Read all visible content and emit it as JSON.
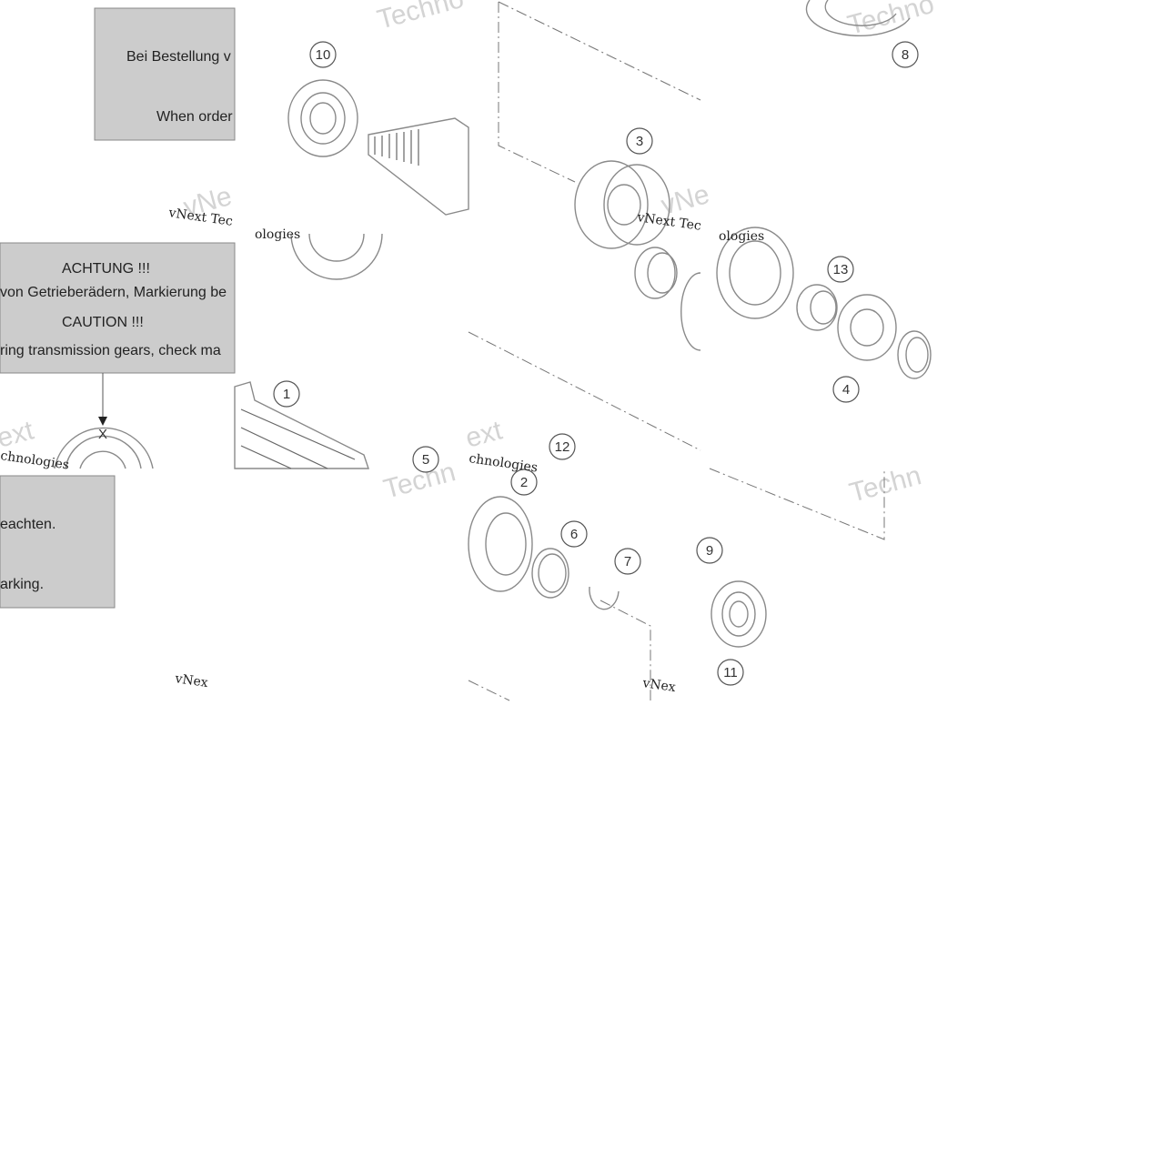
{
  "notes": {
    "order_de": "Bei Bestellung v",
    "order_en": "When order",
    "caution_title_de": "ACHTUNG !!!",
    "caution_body_de": "von Getrieberädern, Markierung be",
    "caution_title_en": "CAUTION !!!",
    "caution_body_en": "ring transmission gears, check ma",
    "caution_cont_de": "eachten.",
    "caution_cont_en": "arking.",
    "gear_mark": "X"
  },
  "callouts": [
    "10",
    "8",
    "3",
    "13",
    "4",
    "1",
    "5",
    "12",
    "2",
    "6",
    "7",
    "9",
    "11"
  ],
  "watermarks": {
    "large": [
      "Techno",
      "Techno",
      "Techn",
      "Techn",
      "ext",
      "ext",
      "vNe",
      "vNe"
    ],
    "small": [
      "vNext Tec",
      "vNext Tec",
      "ologies",
      "ologies",
      "chnologies",
      "chnologies",
      "vNex",
      "vNex"
    ]
  },
  "colors": {
    "note_box_fill": "#cccccc",
    "note_box_stroke": "#888888",
    "line_art": "#8a8a8a",
    "watermark": "#d4d4d4"
  }
}
